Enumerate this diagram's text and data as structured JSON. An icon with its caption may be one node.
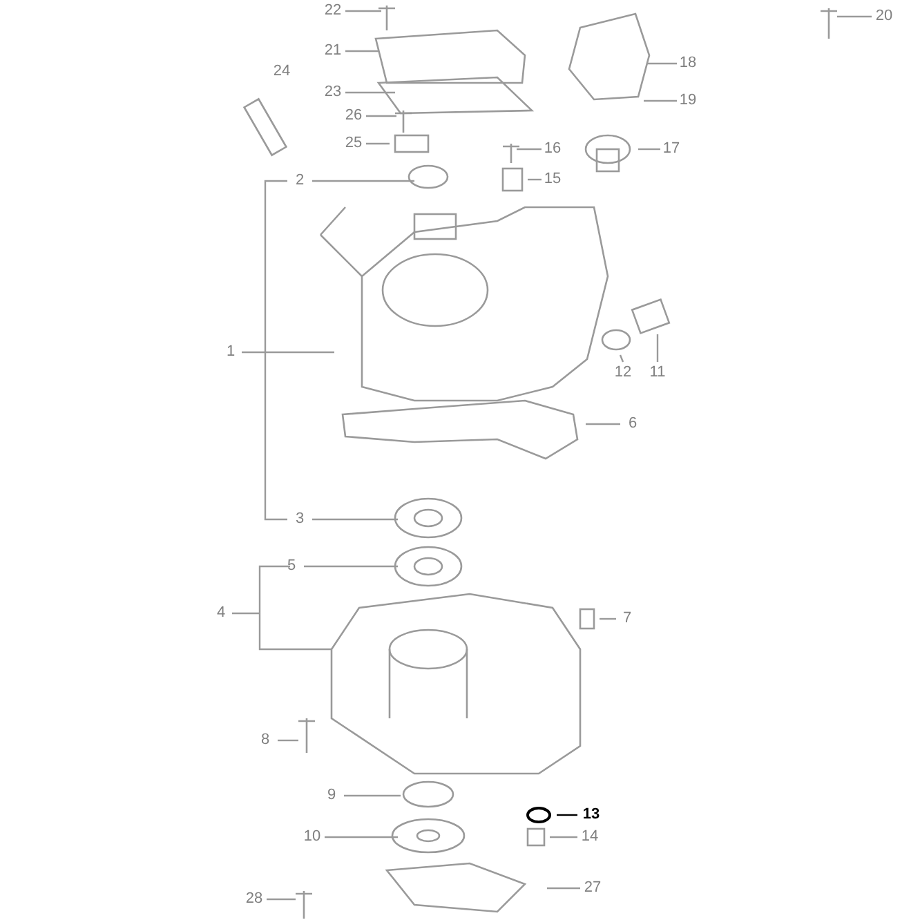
{
  "diagram": {
    "nodes": [
      {
        "text": [
          "1"
        ]
      },
      {
        "text": [
          "2"
        ]
      },
      {
        "text": [
          "3"
        ]
      },
      {
        "text": [
          "4"
        ]
      },
      {
        "text": [
          "5"
        ]
      },
      {
        "text": [
          "6"
        ]
      },
      {
        "text": [
          "7"
        ]
      },
      {
        "text": [
          "8"
        ]
      },
      {
        "text": [
          "9"
        ]
      },
      {
        "text": [
          "10"
        ]
      },
      {
        "text": [
          "11"
        ]
      },
      {
        "text": [
          "12"
        ]
      },
      {
        "text": [
          "13"
        ]
      },
      {
        "text": [
          "14"
        ]
      },
      {
        "text": [
          "15"
        ]
      },
      {
        "text": [
          "16"
        ]
      },
      {
        "text": [
          "17"
        ]
      },
      {
        "text": [
          "18"
        ]
      },
      {
        "text": [
          "19"
        ]
      },
      {
        "text": [
          "20"
        ]
      },
      {
        "text": [
          "21"
        ]
      },
      {
        "text": [
          "22"
        ]
      },
      {
        "text": [
          "23"
        ]
      },
      {
        "text": [
          "24"
        ]
      },
      {
        "text": [
          "25"
        ]
      },
      {
        "text": [
          "26"
        ]
      },
      {
        "text": [
          "27"
        ]
      },
      {
        "text": [
          "28"
        ]
      }
    ],
    "edges": [
      {
        "from": 0,
        "to": null,
        "arrow": "none"
      },
      {
        "from": 1,
        "to": null,
        "arrow": "none"
      },
      {
        "from": 2,
        "to": null,
        "arrow": "none"
      },
      {
        "from": 3,
        "to": null,
        "arrow": "none"
      },
      {
        "from": 4,
        "to": null,
        "arrow": "none"
      },
      {
        "from": 5,
        "to": null,
        "arrow": "none"
      },
      {
        "from": 6,
        "to": null,
        "arrow": "none"
      },
      {
        "from": 7,
        "to": null,
        "arrow": "none"
      },
      {
        "from": 8,
        "to": null,
        "arrow": "none"
      },
      {
        "from": 9,
        "to": null,
        "arrow": "none"
      },
      {
        "from": 10,
        "to": null,
        "arrow": "none"
      },
      {
        "from": 11,
        "to": null,
        "arrow": "none"
      },
      {
        "from": 12,
        "to": null,
        "arrow": "none",
        "color": "#000000"
      },
      {
        "from": 13,
        "to": null,
        "arrow": "none"
      },
      {
        "from": 14,
        "to": null,
        "arrow": "none"
      },
      {
        "from": 15,
        "to": null,
        "arrow": "none"
      },
      {
        "from": 16,
        "to": null,
        "arrow": "none"
      },
      {
        "from": 17,
        "to": null,
        "arrow": "none"
      },
      {
        "from": 18,
        "to": null,
        "arrow": "none"
      },
      {
        "from": 19,
        "to": null,
        "arrow": "none"
      },
      {
        "from": 20,
        "to": null,
        "arrow": "none"
      },
      {
        "from": 21,
        "to": null,
        "arrow": "none"
      },
      {
        "from": 22,
        "to": null,
        "arrow": "none"
      },
      {
        "from": 24,
        "to": null,
        "arrow": "none"
      },
      {
        "from": 25,
        "to": null,
        "arrow": "none"
      },
      {
        "from": 26,
        "to": null,
        "arrow": "none"
      },
      {
        "from": 27,
        "to": null,
        "arrow": "none"
      }
    ]
  }
}
